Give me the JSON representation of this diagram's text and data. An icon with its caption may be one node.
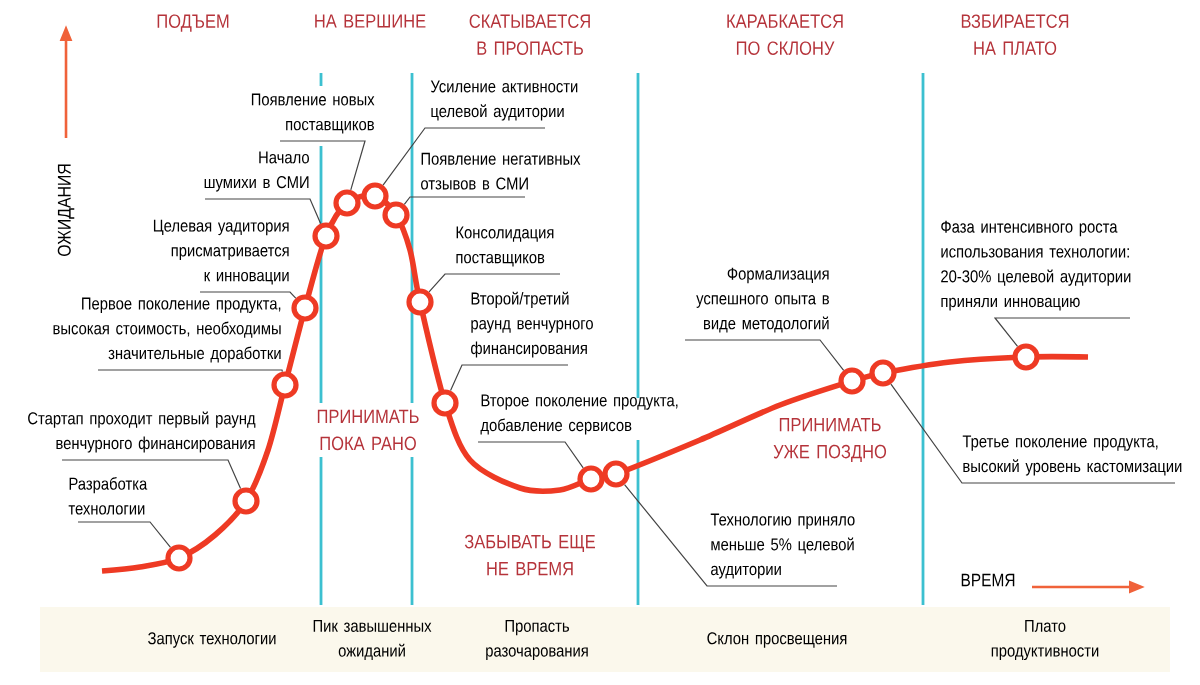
{
  "diagram": {
    "nodes": [
      {
        "text": [
          "Появление новых поставщиков"
        ]
      },
      {
        "text": [
          "Усиление активности целевой аудитории"
        ]
      },
      {
        "text": [
          "Начало шумихи в СМИ"
        ]
      },
      {
        "text": [
          "Появление негативных отзывов в СМИ"
        ]
      },
      {
        "text": [
          "Целевая уадитория присматривается к инновации"
        ]
      },
      {
        "text": [
          "Консолидация поставщиков"
        ]
      },
      {
        "text": [
          "Формализация успешного опыта в виде методологий"
        ]
      },
      {
        "text": [
          "Фаза интенсивного роста использования  технологии: 20-30% целевой аудитории приняли инновацию"
        ]
      },
      {
        "text": [
          "Первое поколение продукта, высокая стоимость, необходимы значительные доработки"
        ]
      },
      {
        "text": [
          "Второй/третий раунд венчурного финансирования"
        ]
      },
      {
        "text": [
          "Второе поколение продукта, добавление сервисов"
        ]
      },
      {
        "text": [
          "Стартап проходит первый раунд венчурного финансирования"
        ]
      },
      {
        "text": [
          "Третье поколение продукта, высокий уровень кастомизации"
        ]
      },
      {
        "text": [
          "Разработка технологии"
        ]
      },
      {
        "text": [
          "Технологию приняло меньше 5% целевой аудитории"
        ]
      },
      {
        "text": [],
        "shape": "circle"
      },
      {
        "text": [],
        "shape": "circle"
      },
      {
        "text": [],
        "shape": "circle"
      },
      {
        "text": [],
        "shape": "circle"
      },
      {
        "text": [],
        "shape": "circle"
      },
      {
        "text": [],
        "shape": "circle"
      },
      {
        "text": [],
        "shape": "circle"
      },
      {
        "text": [],
        "shape": "circle"
      },
      {
        "text": [],
        "shape": "circle"
      },
      {
        "text": [],
        "shape": "circle"
      },
      {
        "text": [],
        "shape": "circle"
      },
      {
        "text": [],
        "shape": "circle"
      },
      {
        "text": [],
        "shape": "circle"
      },
      {
        "text": [],
        "shape": "circle"
      },
      {
        "text": [],
        "shape": "circle"
      }
    ],
    "edges": [
      {
        "from": 0,
        "to": 20,
        "arrow": "none"
      },
      {
        "from": 1,
        "to": 21,
        "arrow": "none"
      },
      {
        "from": 2,
        "to": 19,
        "arrow": "none"
      },
      {
        "from": 3,
        "to": 22,
        "arrow": "none"
      },
      {
        "from": 4,
        "to": 18,
        "arrow": "none"
      },
      {
        "from": 5,
        "to": 23,
        "arrow": "none"
      },
      {
        "from": 6,
        "to": 27,
        "arrow": "none"
      },
      {
        "from": 7,
        "to": 29,
        "arrow": "none"
      },
      {
        "from": 8,
        "to": 17,
        "arrow": "none"
      },
      {
        "from": 9,
        "to": 24,
        "arrow": "none"
      },
      {
        "from": 10,
        "to": 25,
        "arrow": "none"
      },
      {
        "from": 11,
        "to": 16,
        "arrow": "none"
      },
      {
        "from": 12,
        "to": 28,
        "arrow": "none"
      },
      {
        "from": 13,
        "to": 15,
        "arrow": "none"
      },
      {
        "from": 14,
        "to": 26,
        "arrow": "none"
      }
    ],
    "labels": [
      "ПОДЪЕМ",
      "НА ВЕРШИНЕ",
      "СКАТЫВАЕТСЯ В ПРОПАСТЬ",
      "КАРАБКАЕТСЯ ПО СКЛОНУ",
      "ВЗБИРАЕТСЯ НА ПЛАТО",
      "ОЖИДАНИЯ",
      "ПРИНИМАТЬ ПОКА РАНО",
      "ПРИНИМАТЬ УЖЕ ПОЗДНО",
      "ЗАБЫВАТЬ ЕЩЕ НЕ ВРЕМЯ",
      "ВРЕМЯ",
      "Запуск технологии",
      "Пик завышенных ожиданий",
      "Пропасть разочарования",
      "Склон просвещения",
      "Плато продуктивности"
    ]
  }
}
